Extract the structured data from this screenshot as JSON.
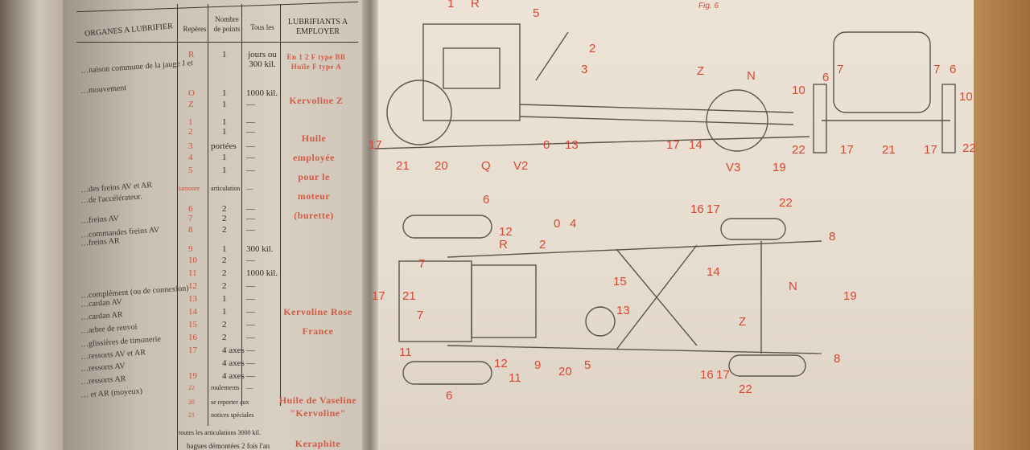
{
  "table": {
    "headers": {
      "organes": "ORGANES A LUBRIFIER",
      "reperes": "Repères",
      "nombre": "Nombre de points",
      "tous_les": "Tous les",
      "lubrifiants": "LUBRIFIANTS A EMPLOYER"
    },
    "organ_labels": [
      "…naison commune de la jauge J et",
      "…mouvement",
      "…des freins AV et AR",
      "…de l'accélérateur.",
      "…freins AV",
      "…commandes freins AV",
      "…freins AR",
      "…complément (ou de connexion)",
      "…cardan AV",
      "…cardan AR",
      "…arbre de renvoi",
      "…glissières de timonerie",
      "…ressorts AV et AR",
      "…ressorts AV",
      "…ressorts AR",
      "… et AR (moyeux)"
    ],
    "rows": [
      {
        "repere": "R",
        "points": "1",
        "tous_les": "jours ou 300 kil."
      },
      {
        "repere": "O",
        "points": "1",
        "tous_les": "1000 kil."
      },
      {
        "repere": "Z",
        "points": "1",
        "tous_les": "—"
      },
      {
        "repere": "1",
        "points": "1",
        "tous_les": "—"
      },
      {
        "repere": "2",
        "points": "1",
        "tous_les": "—"
      },
      {
        "repere": "3",
        "points": "portées",
        "tous_les": "—"
      },
      {
        "repere": "4",
        "points": "1",
        "tous_les": "—"
      },
      {
        "repere": "5",
        "points": "1",
        "tous_les": "—"
      },
      {
        "repere": "tamoure",
        "points": "articulation",
        "tous_les": "—"
      },
      {
        "repere": "6",
        "points": "2",
        "tous_les": "—"
      },
      {
        "repere": "7",
        "points": "2",
        "tous_les": "—"
      },
      {
        "repere": "8",
        "points": "2",
        "tous_les": "—"
      },
      {
        "repere": "9",
        "points": "1",
        "tous_les": "300 kil."
      },
      {
        "repere": "10",
        "points": "2",
        "tous_les": "—"
      },
      {
        "repere": "11",
        "points": "2",
        "tous_les": "1000 kil."
      },
      {
        "repere": "12",
        "points": "2",
        "tous_les": "—"
      },
      {
        "repere": "13",
        "points": "1",
        "tous_les": "—"
      },
      {
        "repere": "14",
        "points": "1",
        "tous_les": "—"
      },
      {
        "repere": "15",
        "points": "2",
        "tous_les": "—"
      },
      {
        "repere": "16",
        "points": "2",
        "tous_les": "—"
      },
      {
        "repere": "17",
        "points": "4 axes",
        "tous_les": "—"
      },
      {
        "repere": "",
        "points": "4 axes",
        "tous_les": "—"
      },
      {
        "repere": "19",
        "points": "4 axes",
        "tous_les": "—"
      },
      {
        "repere": "22",
        "points": "roulements",
        "tous_les": "—"
      },
      {
        "repere": "20",
        "points": "se reporter aux",
        "tous_les": ""
      },
      {
        "repere": "21",
        "points": "notices spéciales",
        "tous_les": ""
      }
    ],
    "footer_1": "toutes les articulations 3000 kil.",
    "footer_2": "bagues démontées 2 fois l'an",
    "lubricants": [
      "En 1 2 F type BB",
      "Huile F type A",
      "Kervoline Z",
      "Huile employée pour le moteur (burette)",
      "Kervoline Rose France",
      "Huile de Vaseline \"Kervoline\"",
      "Keraphite"
    ]
  },
  "figure": {
    "caption": "Fig. 6",
    "labels": [
      "1",
      "R",
      "5",
      "2",
      "3",
      "21",
      "20",
      "Q",
      "V2",
      "0",
      "13",
      "17",
      "Z",
      "N",
      "17",
      "14",
      "V3",
      "19",
      "6",
      "7",
      "7",
      "6",
      "10",
      "10",
      "22",
      "17",
      "21",
      "17",
      "22",
      "6",
      "12",
      "R",
      "2",
      "0",
      "4",
      "15",
      "13",
      "7",
      "21",
      "7",
      "17",
      "11",
      "12",
      "11",
      "9",
      "20",
      "5",
      "6",
      "16",
      "17",
      "22",
      "8",
      "14",
      "N",
      "Z",
      "19",
      "8",
      "16",
      "17",
      "22"
    ]
  }
}
